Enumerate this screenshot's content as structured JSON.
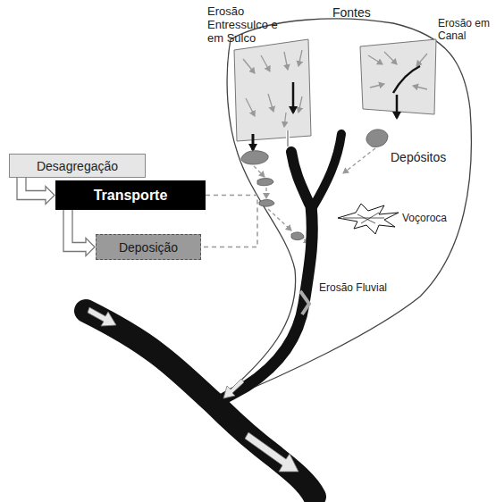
{
  "diagram": {
    "nodes": [
      {
        "text": [
          "Desagregação"
        ]
      },
      {
        "text": [
          "Transporte"
        ]
      },
      {
        "text": [
          "Deposição"
        ]
      }
    ],
    "edges": [
      {
        "from": 0,
        "to": 1,
        "arrow": "to"
      },
      {
        "from": 1,
        "to": 2,
        "arrow": "to"
      },
      {
        "from": 1,
        "to": 2,
        "arrow": "none"
      }
    ],
    "labels": [
      "Erosão Entressulco e em Sulco",
      "Fontes",
      "Erosão em Canal",
      "Depósitos",
      "Voçoroca",
      "Erosão Fluvial"
    ]
  }
}
